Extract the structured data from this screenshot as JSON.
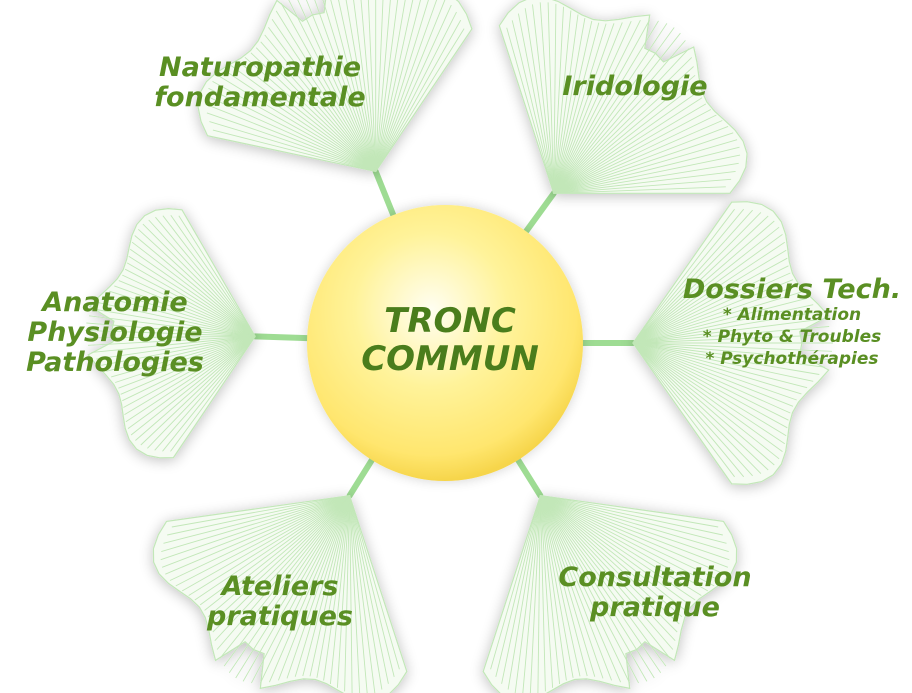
{
  "center": {
    "lines": [
      "TRONC",
      "COMMUN"
    ]
  },
  "branches": [
    {
      "id": "naturopathie",
      "lines": [
        "Naturopathie",
        "fondamentale"
      ]
    },
    {
      "id": "iridologie",
      "lines": [
        "Iridologie"
      ]
    },
    {
      "id": "anatomie",
      "lines": [
        "Anatomie",
        "Physiologie",
        "Pathologies"
      ]
    },
    {
      "id": "dossiers",
      "title": "Dossiers Tech.",
      "items": [
        "* Alimentation",
        "* Phyto & Troubles",
        "* Psychothérapies"
      ]
    },
    {
      "id": "ateliers",
      "lines": [
        "Ateliers",
        "pratiques"
      ]
    },
    {
      "id": "consultation",
      "lines": [
        "Consultation",
        "pratique"
      ]
    }
  ],
  "colors": {
    "text": "#5a8f23",
    "leaf_vein": "#c2e7b8",
    "leaf_fill": "#f5fbf2",
    "stem": "#9edc93",
    "center_fill": "#ffe97a",
    "center_edge": "#f7d54a"
  },
  "icons": {
    "leaf": "ginkgo-leaf-icon"
  }
}
